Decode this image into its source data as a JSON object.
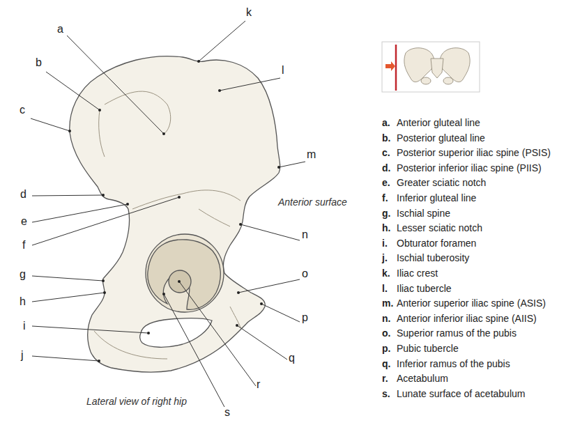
{
  "diagram": {
    "labels": [
      "a",
      "k",
      "b",
      "l",
      "c",
      "m",
      "d",
      "e",
      "f",
      "n",
      "g",
      "h",
      "o",
      "p",
      "i",
      "j",
      "q",
      "r",
      "s",
      "Anterior surface",
      "Lateral view of right hip",
      "a.",
      "Anterior gluteal line",
      "b.",
      "Posterior gluteal line",
      "c.",
      "Posterior superior iliac spine (PSIS)",
      "d.",
      "Posterior inferior iliac spine (PIIS)",
      "e.",
      "Greater sciatic notch",
      "f.",
      "Inferior gluteal line",
      "g.",
      "Ischial spine",
      "h.",
      "Lesser sciatic notch",
      "i.",
      "Obturator foramen",
      "j.",
      "Ischial tuberosity",
      "k.",
      "Iliac crest",
      "l.",
      "Iliac tubercle",
      "m.",
      "Anterior superior iliac spine (ASIS)",
      "n.",
      "Anterior inferior iliac spine (AIIS)",
      "o.",
      "Superior ramus of the pubis",
      "p.",
      "Pubic tubercle",
      "q.",
      "Inferior ramus of the pubis",
      "r.",
      "Acetabulum",
      "s.",
      "Lunate surface of acetabulum"
    ]
  }
}
